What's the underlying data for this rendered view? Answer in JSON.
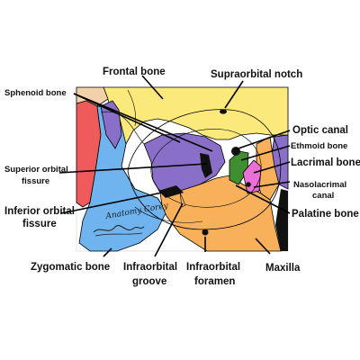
{
  "labels": {
    "frontal_bone": "Frontal bone",
    "supraorbital_notch": "Supraorbital notch",
    "sphenoid_bone": "Sphenoid bone",
    "optic_canal": "Optic canal",
    "ethmoid_bone": "Ethmoid bone",
    "lacrimal_bone": "Lacrimal bone",
    "superior_orbital_fissure_1": "Superior orbital",
    "superior_orbital_fissure_2": "fissure",
    "nasolacrimal_canal_1": "Nasolacrimal",
    "nasolacrimal_canal_2": "canal",
    "inferior_orbital_fissure_1": "Inferior orbital",
    "inferior_orbital_fissure_2": "fissure",
    "palatine_bone": "Palatine bone",
    "zygomatic_bone": "Zygomatic bone",
    "infraorbital_groove_1": "Infraorbital",
    "infraorbital_groove_2": "groove",
    "infraorbital_foramen_1": "Infraorbital",
    "infraorbital_foramen_2": "foramen",
    "maxilla": "Maxilla"
  },
  "colors": {
    "frontal": "#fbe97c",
    "sphenoid": "#8a6fc9",
    "zygomatic": "#6fb4ef",
    "maxilla": "#f8b15a",
    "ethmoid": "#3f8e2f",
    "lacrimal": "#ea6fd6",
    "red_region": "#ef5b5b",
    "tan_region": "#f2d0a9",
    "opening": "#111111"
  },
  "signature_text": "Anatomy Corey"
}
